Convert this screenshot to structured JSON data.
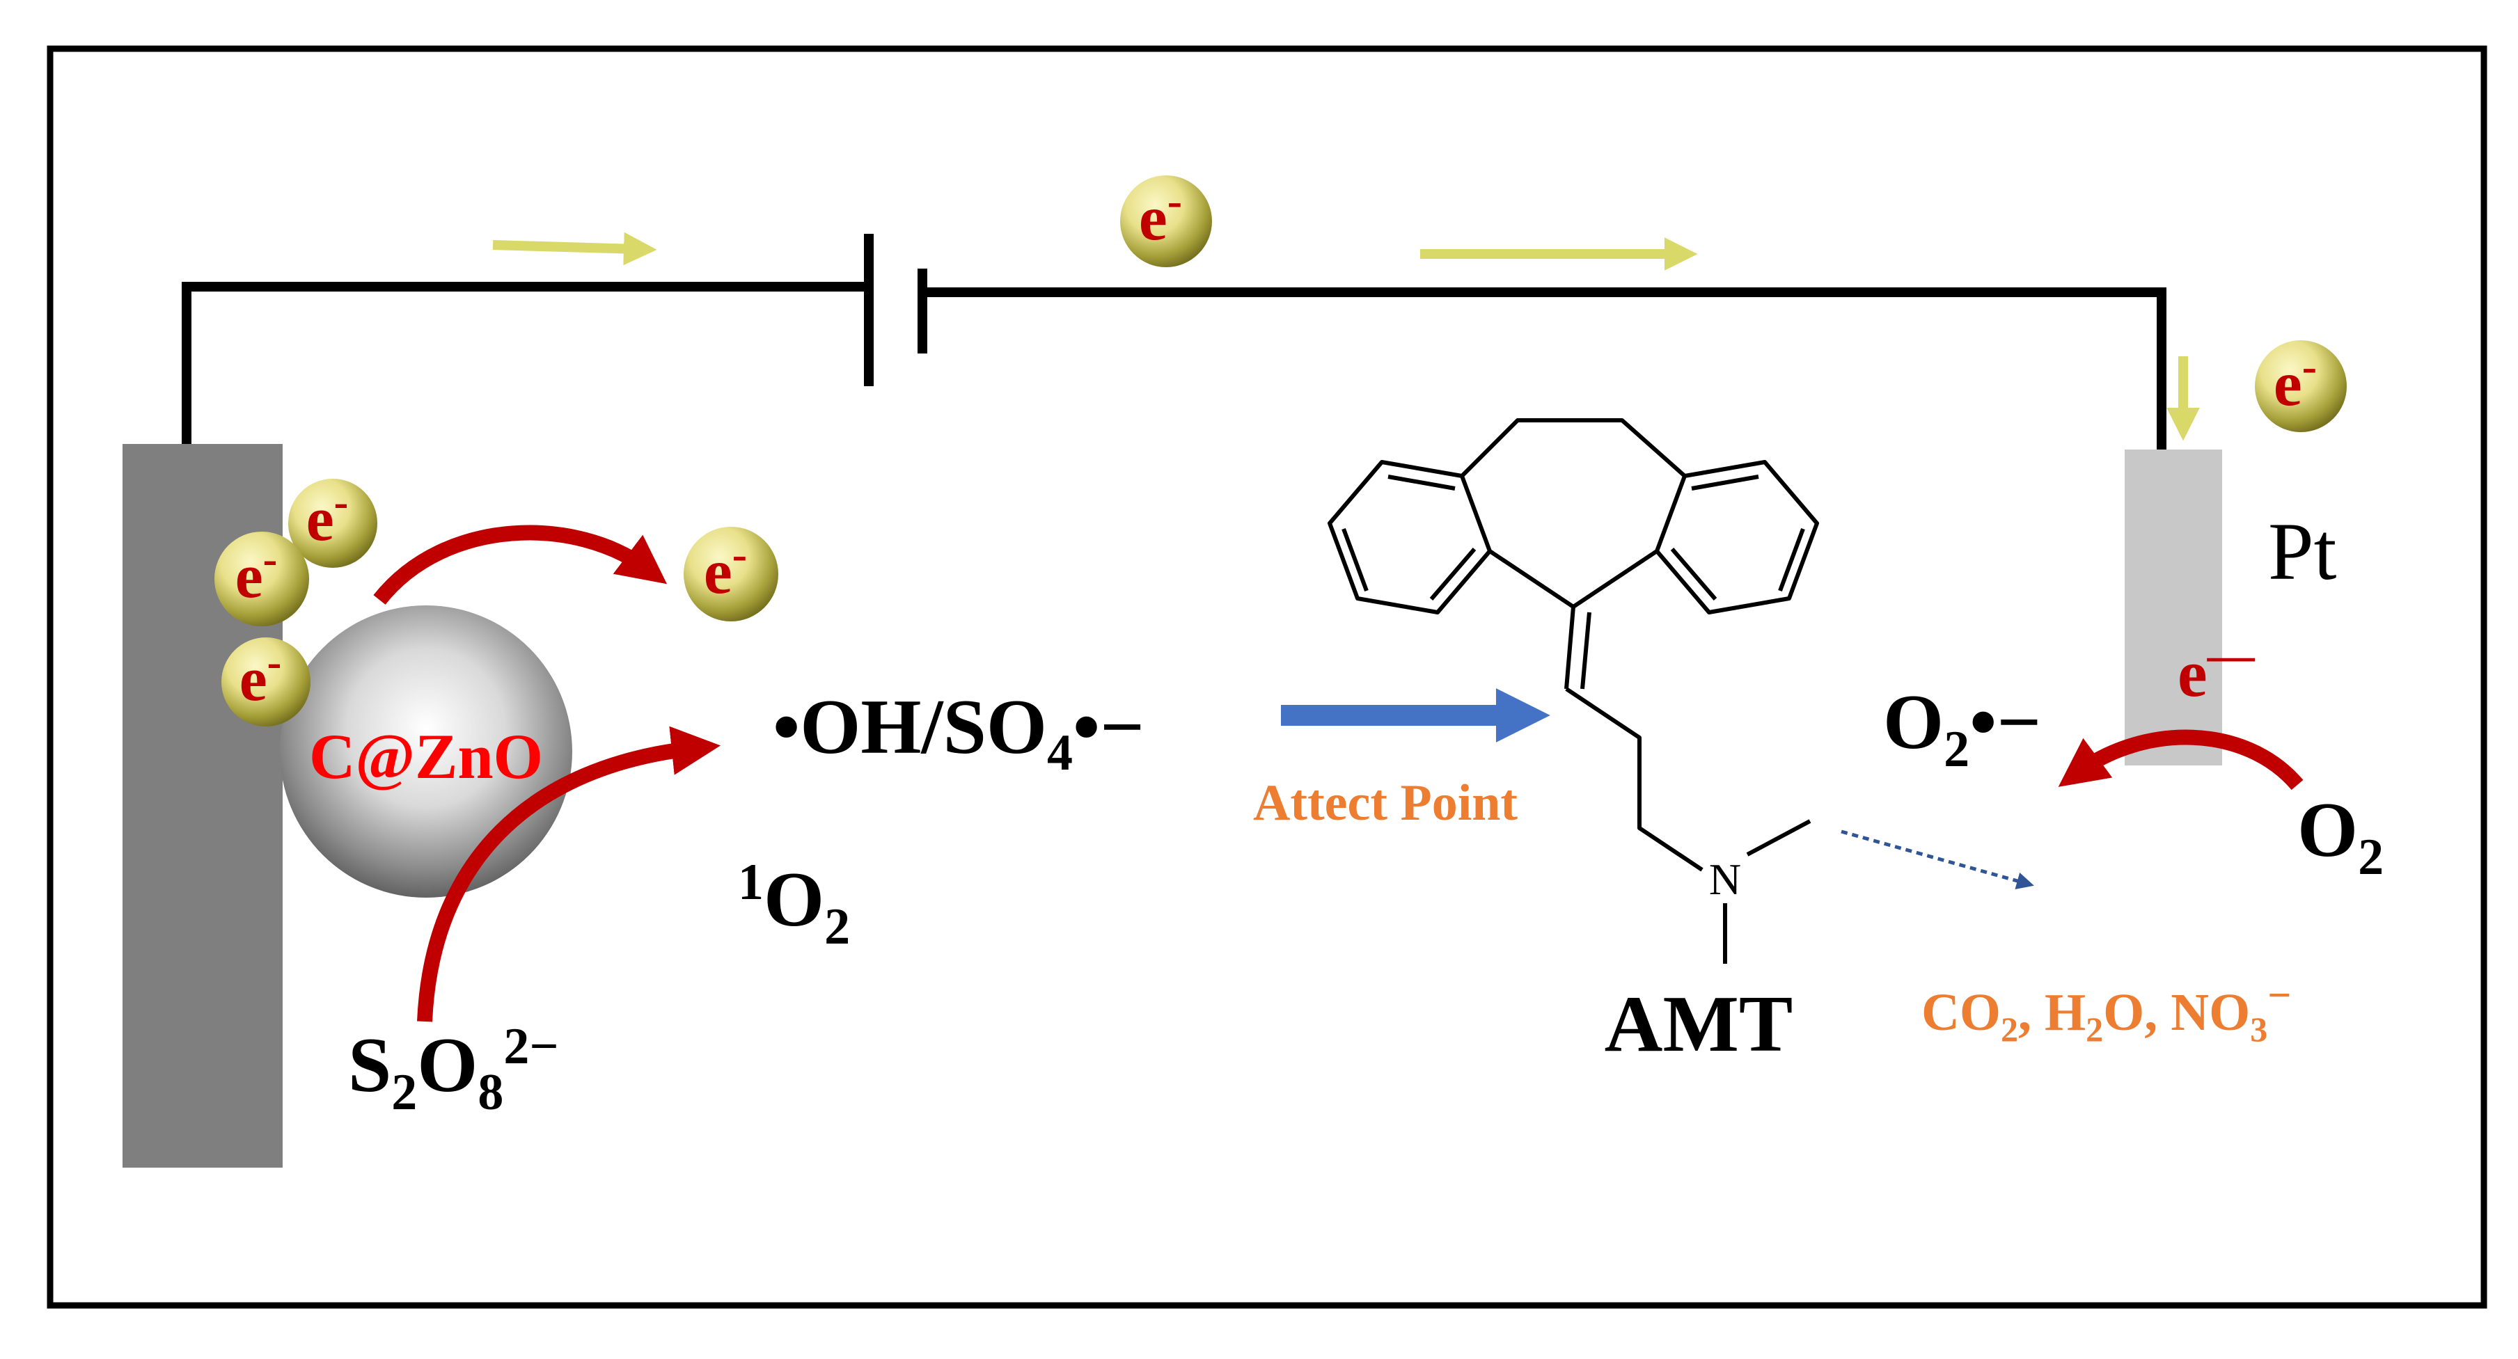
{
  "diagram": {
    "anode": {
      "catalyst_label": "C@ZnO"
    },
    "cathode": {
      "label": "Pt"
    },
    "electron": {
      "letter": "e",
      "charge": "-",
      "charge_long": "—"
    },
    "species": {
      "radicals": {
        "prefix": "•OH/SO",
        "sub": "4",
        "suffix": "•−"
      },
      "singlet_oxygen": {
        "sup": "1",
        "base": "O",
        "sub": "2"
      },
      "persulfate": {
        "base1": "S",
        "sub1": "2",
        "base2": "O",
        "sub2": "8",
        "sup": "2−"
      },
      "superoxide": {
        "base": "O",
        "sub": "2",
        "suffix": "•−"
      },
      "oxygen": {
        "base": "O",
        "sub": "2"
      }
    },
    "molecule": {
      "name": "AMT",
      "nitrogen": "N"
    },
    "attack_label": "Attect Point",
    "products": {
      "co": "CO",
      "co_sub": "2",
      "h": ", H",
      "h_sub": "2",
      "o": "O, NO",
      "o_sub": "3",
      "sup": "−"
    },
    "colors": {
      "wire": "#000000",
      "anode": "#7f7f7f",
      "cathode": "#c8c8c8",
      "red_arrow": "#c00000",
      "blue_arrow": "#4472c4",
      "dark_blue_arrow": "#2f5597",
      "yellow_arrow": "#d9d96a",
      "orange_text": "#ed7d31",
      "electron_text": "#c00000",
      "catalyst_text": "#ff0000"
    }
  }
}
